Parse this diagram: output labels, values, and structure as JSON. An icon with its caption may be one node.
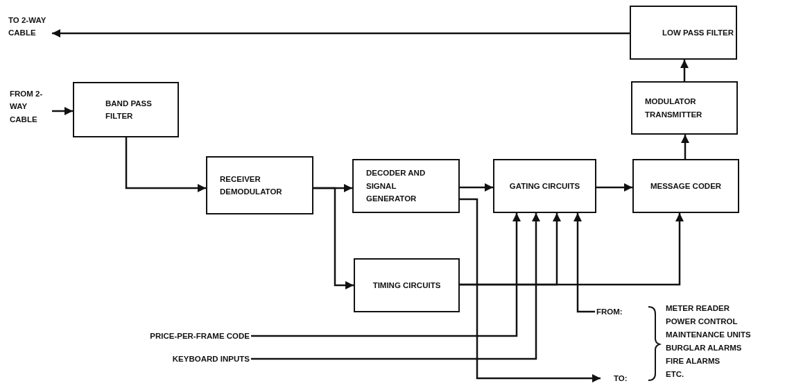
{
  "diagram": {
    "nodes": [
      {
        "text": [
          "TO 2-WAY CABLE"
        ]
      },
      {
        "text": [
          "FROM 2-WAY CABLE"
        ]
      },
      {
        "text": [
          "BAND PASS FILTER"
        ]
      },
      {
        "text": [
          "LOW PASS FILTER"
        ]
      },
      {
        "text": [
          "MODULATOR TRANSMITTER"
        ]
      },
      {
        "text": [
          "RECEIVER DEMODULATOR"
        ]
      },
      {
        "text": [
          "DECODER AND SIGNAL GENERATOR"
        ]
      },
      {
        "text": [
          "GATING CIRCUITS"
        ]
      },
      {
        "text": [
          "MESSAGE CODER"
        ]
      },
      {
        "text": [
          "TIMING CIRCUITS"
        ]
      },
      {
        "text": [
          "PRICE-PER-FRAME CODE"
        ]
      },
      {
        "text": [
          "KEYBOARD INPUTS"
        ]
      },
      {
        "text": [
          "FROM:"
        ]
      },
      {
        "text": [
          "TO:"
        ]
      }
    ],
    "edges": [
      {
        "from": 1,
        "to": 2,
        "arrow": "to"
      },
      {
        "from": 2,
        "to": 5,
        "arrow": "to"
      },
      {
        "from": 5,
        "to": 6,
        "arrow": "to"
      },
      {
        "from": 5,
        "to": 9,
        "arrow": "to"
      },
      {
        "from": 6,
        "to": 7,
        "arrow": "to"
      },
      {
        "from": 7,
        "to": 8,
        "arrow": "to"
      },
      {
        "from": 8,
        "to": 4,
        "arrow": "to"
      },
      {
        "from": 4,
        "to": 3,
        "arrow": "to"
      },
      {
        "from": 3,
        "to": 0,
        "arrow": "to"
      },
      {
        "from": 10,
        "to": 7,
        "arrow": "to"
      },
      {
        "from": 11,
        "to": 7,
        "arrow": "to"
      },
      {
        "from": 9,
        "to": 7,
        "arrow": "to"
      },
      {
        "from": 12,
        "to": 7,
        "arrow": "to"
      },
      {
        "from": 9,
        "to": 8,
        "arrow": "to"
      },
      {
        "from": 6,
        "to": 13,
        "arrow": "to"
      }
    ],
    "labels": [
      "METER READER",
      "POWER CONTROL",
      "MAINTENANCE UNITS",
      "BURGLAR ALARMS",
      "FIRE ALARMS",
      "ETC."
    ]
  }
}
